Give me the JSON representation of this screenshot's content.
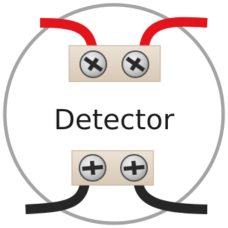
{
  "label": "Detector",
  "colors": {
    "background": "#ffffff",
    "housing_outline": "#a3a3a3",
    "positive_wire": "#e3141c",
    "negative_wire": "#262626",
    "terminal_block": "#e3d6c6",
    "terminal_block_edge": "#bda98f",
    "screw_face": "#cfcfcf",
    "screw_edge": "#4a4a4a",
    "screw_slot": "#2a2a2a",
    "text": "#1a1a1a"
  },
  "components": {
    "top_terminal": {
      "screw_count": 2,
      "wire": "positive"
    },
    "bottom_terminal": {
      "screw_count": 2,
      "wire": "negative"
    }
  }
}
